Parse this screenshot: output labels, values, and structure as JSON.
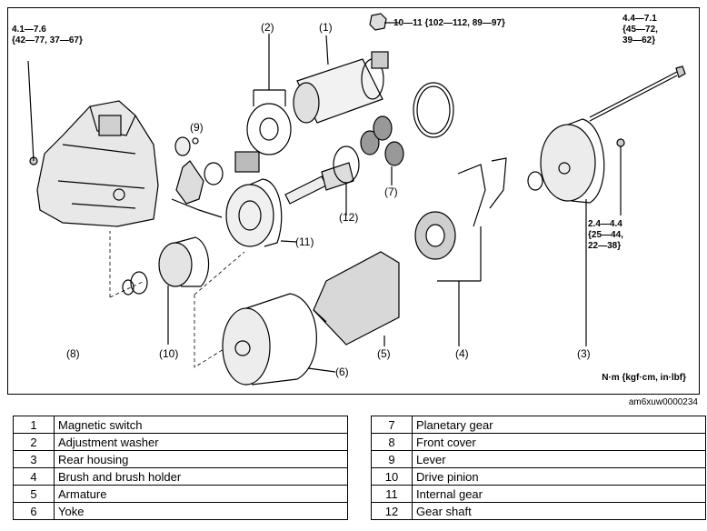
{
  "callouts": {
    "c1": "(1)",
    "c2": "(2)",
    "c3": "(3)",
    "c4": "(4)",
    "c5": "(5)",
    "c6": "(6)",
    "c7": "(7)",
    "c8": "(8)",
    "c9": "(9)",
    "c10": "(10)",
    "c11": "(11)",
    "c12": "(12)"
  },
  "torques": {
    "front_cover": "4.1—7.6\n{42—77, 37—67}",
    "magnetic_switch_nut": "10—11 {102—112, 89—97}",
    "through_bolt": "4.4—7.1\n{45—72,\n39—62}",
    "rear_housing_screw": "2.4—4.4\n{25—44,\n22—38}"
  },
  "unit_note": "N·m {kgf·cm, in·lbf}",
  "ref_code": "am6xuw0000234",
  "legend_left": [
    {
      "num": "1",
      "name": "Magnetic switch"
    },
    {
      "num": "2",
      "name": "Adjustment washer"
    },
    {
      "num": "3",
      "name": "Rear housing"
    },
    {
      "num": "4",
      "name": "Brush and brush holder"
    },
    {
      "num": "5",
      "name": "Armature"
    },
    {
      "num": "6",
      "name": "Yoke"
    }
  ],
  "legend_right": [
    {
      "num": "7",
      "name": "Planetary gear"
    },
    {
      "num": "8",
      "name": "Front cover"
    },
    {
      "num": "9",
      "name": "Lever"
    },
    {
      "num": "10",
      "name": "Drive pinion"
    },
    {
      "num": "11",
      "name": "Internal gear"
    },
    {
      "num": "12",
      "name": "Gear shaft"
    }
  ]
}
